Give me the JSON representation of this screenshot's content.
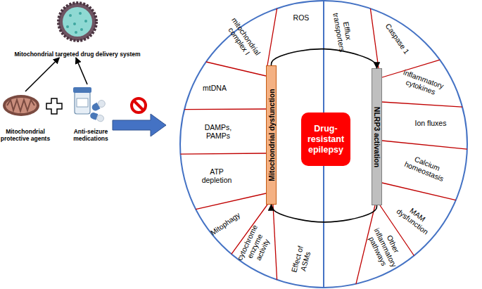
{
  "diagram": {
    "nodes": [
      {
        "text": [
          "Mitochondrial targeted drug delivery system"
        ]
      },
      {
        "text": [
          "Mitochondrial protective agents"
        ]
      },
      {
        "text": [
          "Anti-seizure medications"
        ]
      },
      {
        "text": [
          "Mitochondrial dysfunction"
        ]
      },
      {
        "text": [
          "Drug-resistant epilepsy"
        ]
      },
      {
        "text": [
          "NLRP3 activation"
        ]
      }
    ],
    "edges": [
      {
        "from": 1,
        "to": 0,
        "arrow": "to"
      },
      {
        "from": 2,
        "to": 0,
        "arrow": "to"
      },
      {
        "from": 3,
        "to": 5,
        "arrow": "to"
      },
      {
        "from": 5,
        "to": 3,
        "arrow": "to"
      }
    ],
    "labels": [
      "ROS",
      "mitochondrial complex I",
      "mtDNA",
      "DAMPs, PAMPs",
      "ATP depletion",
      "Mitophagy",
      "cytochrome enzyme activity",
      "Effect of ASMs",
      "Efflux transporters",
      "Caspase 1",
      "inflammatory cytokines",
      "Ion fluxes",
      "Calcium homeostasis",
      "MAM dysfunction",
      "Other inflammatory pathways"
    ]
  }
}
